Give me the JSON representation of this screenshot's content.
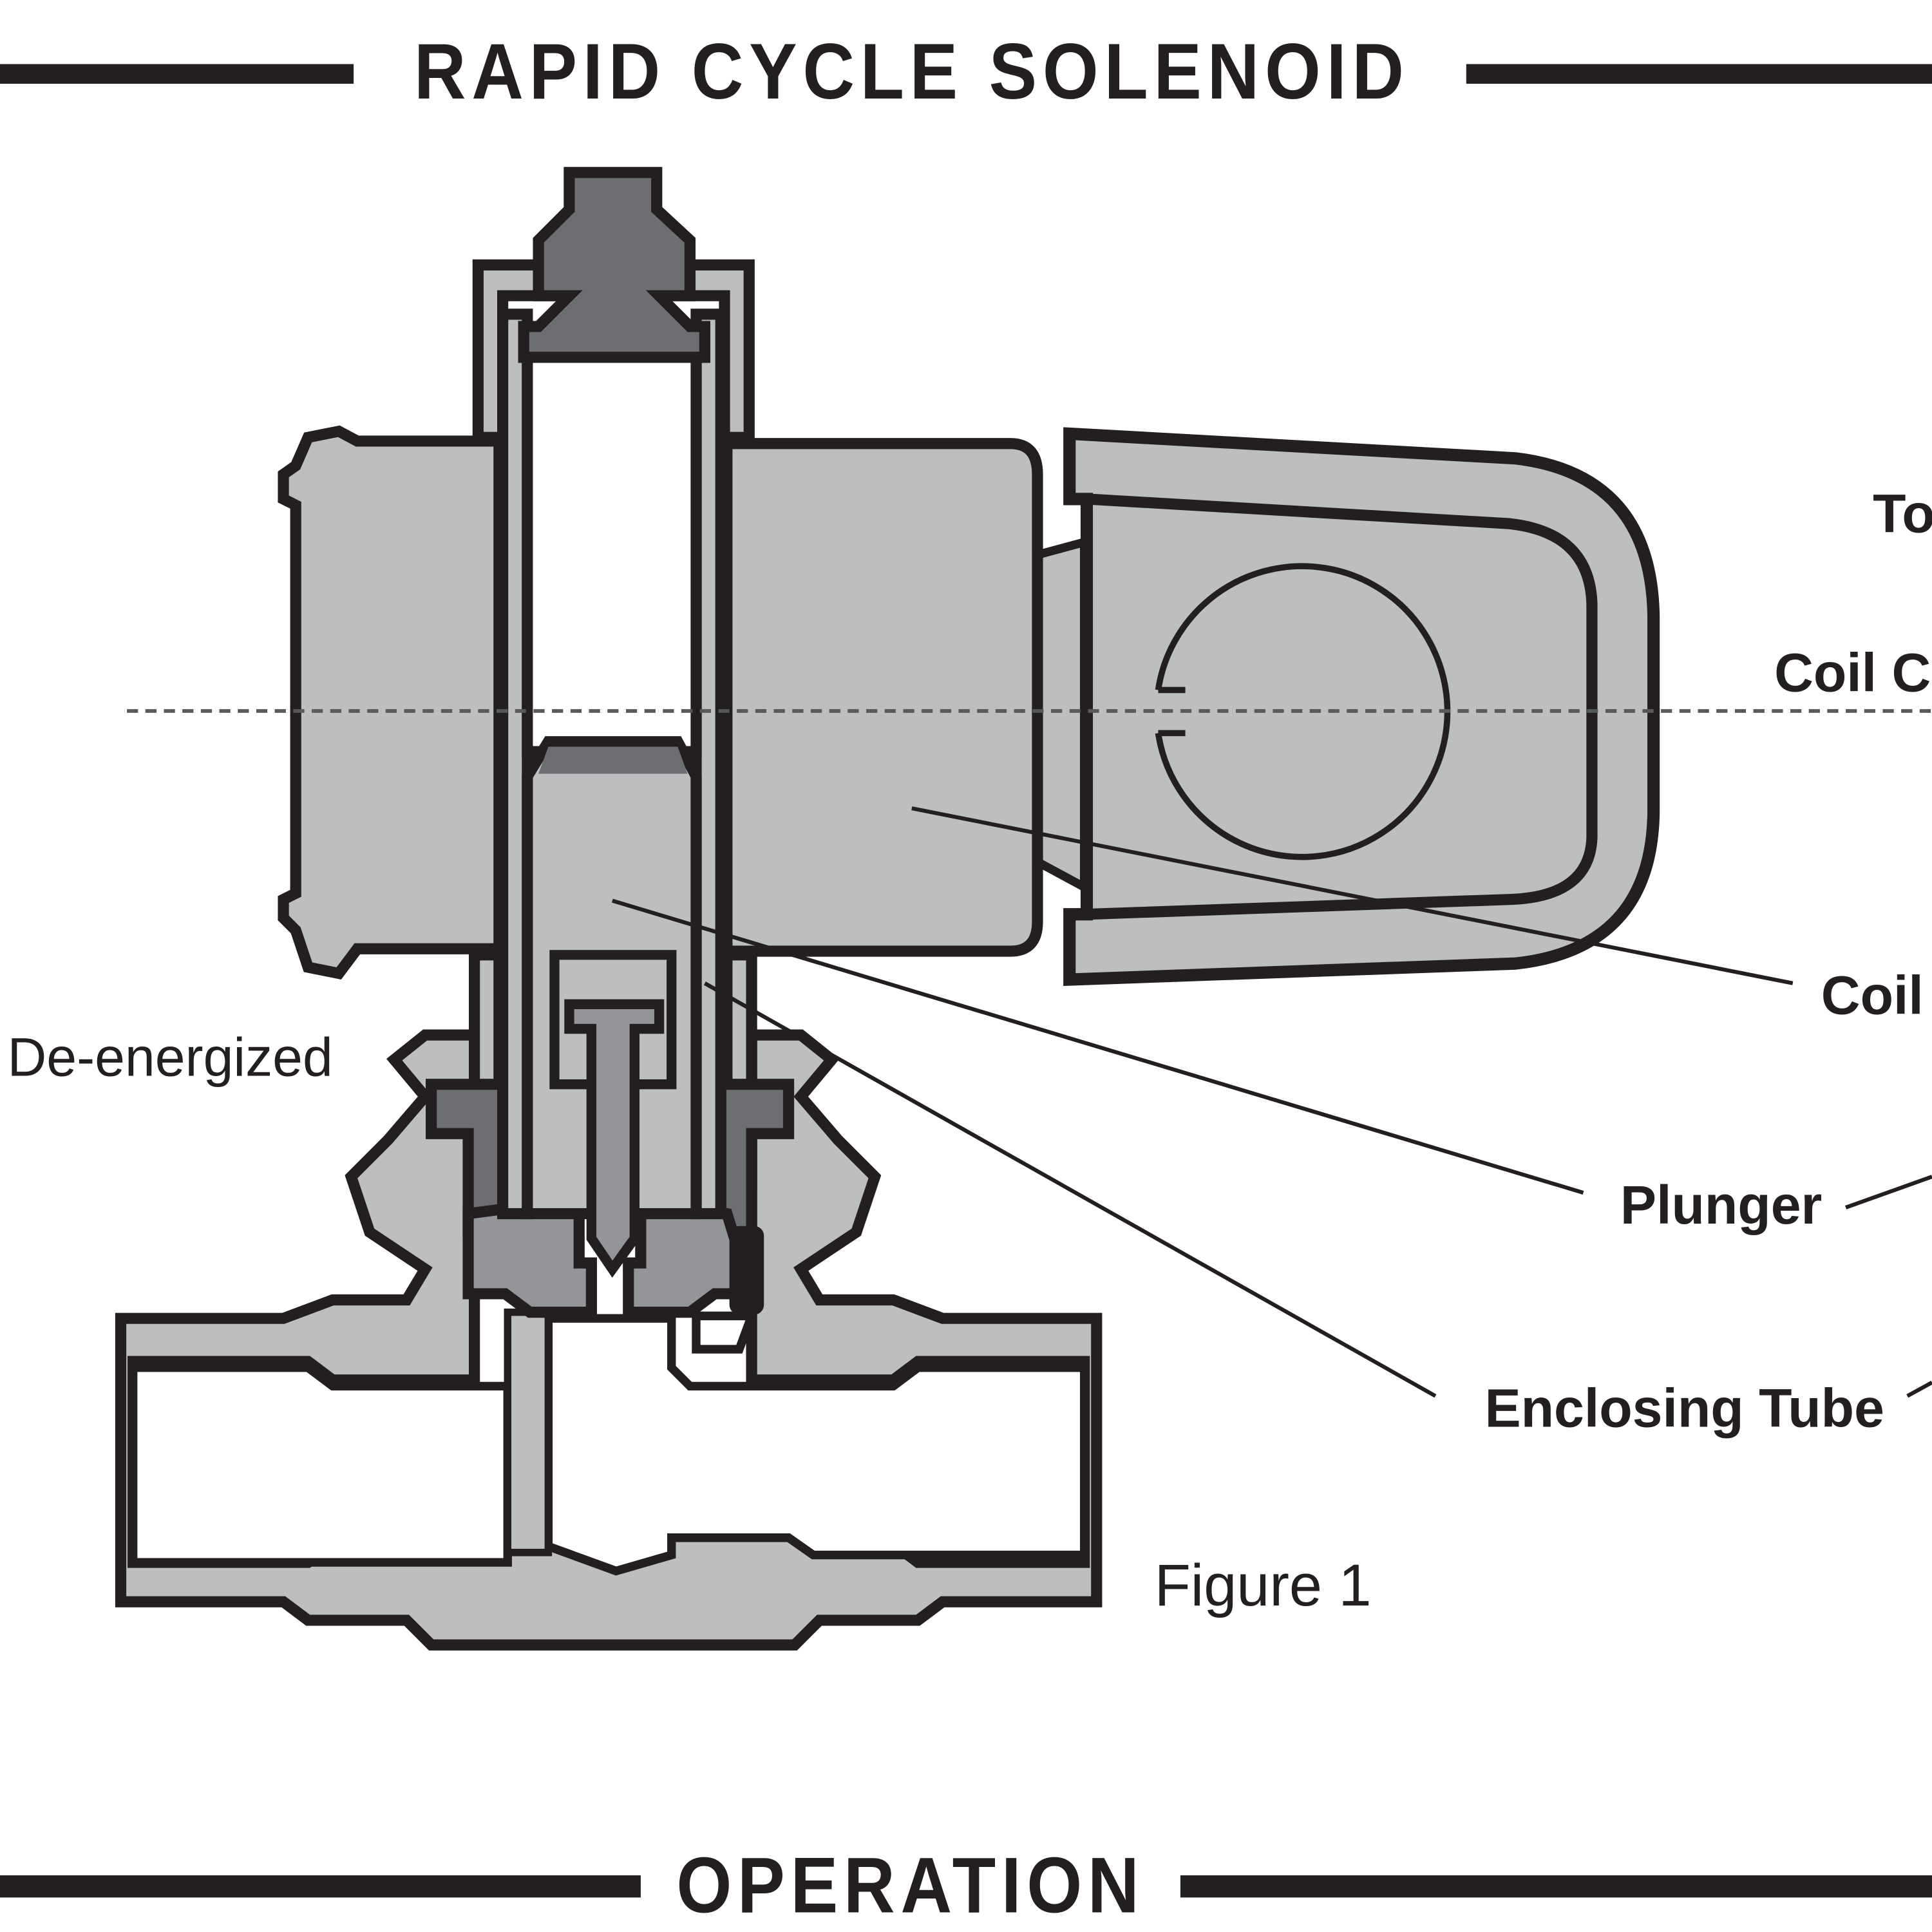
{
  "title": "RAPID CYCLE SOLENOID",
  "section_heading": "OPERATION",
  "state_label": "De-energized",
  "figure_caption": "Figure 1",
  "callouts": [
    {
      "id": "to",
      "text": "To"
    },
    {
      "id": "coil-connector",
      "text": "Coil Co"
    },
    {
      "id": "coil",
      "text": "Coil"
    },
    {
      "id": "plunger",
      "text": "Plunger"
    },
    {
      "id": "enclosing-tube",
      "text": "Enclosing Tube"
    }
  ],
  "colors": {
    "outline": "#231f20",
    "light_gray": "#bcbec0",
    "mid_gray": "#939598",
    "dark_gray": "#6d6e71",
    "background": "#ffffff"
  }
}
